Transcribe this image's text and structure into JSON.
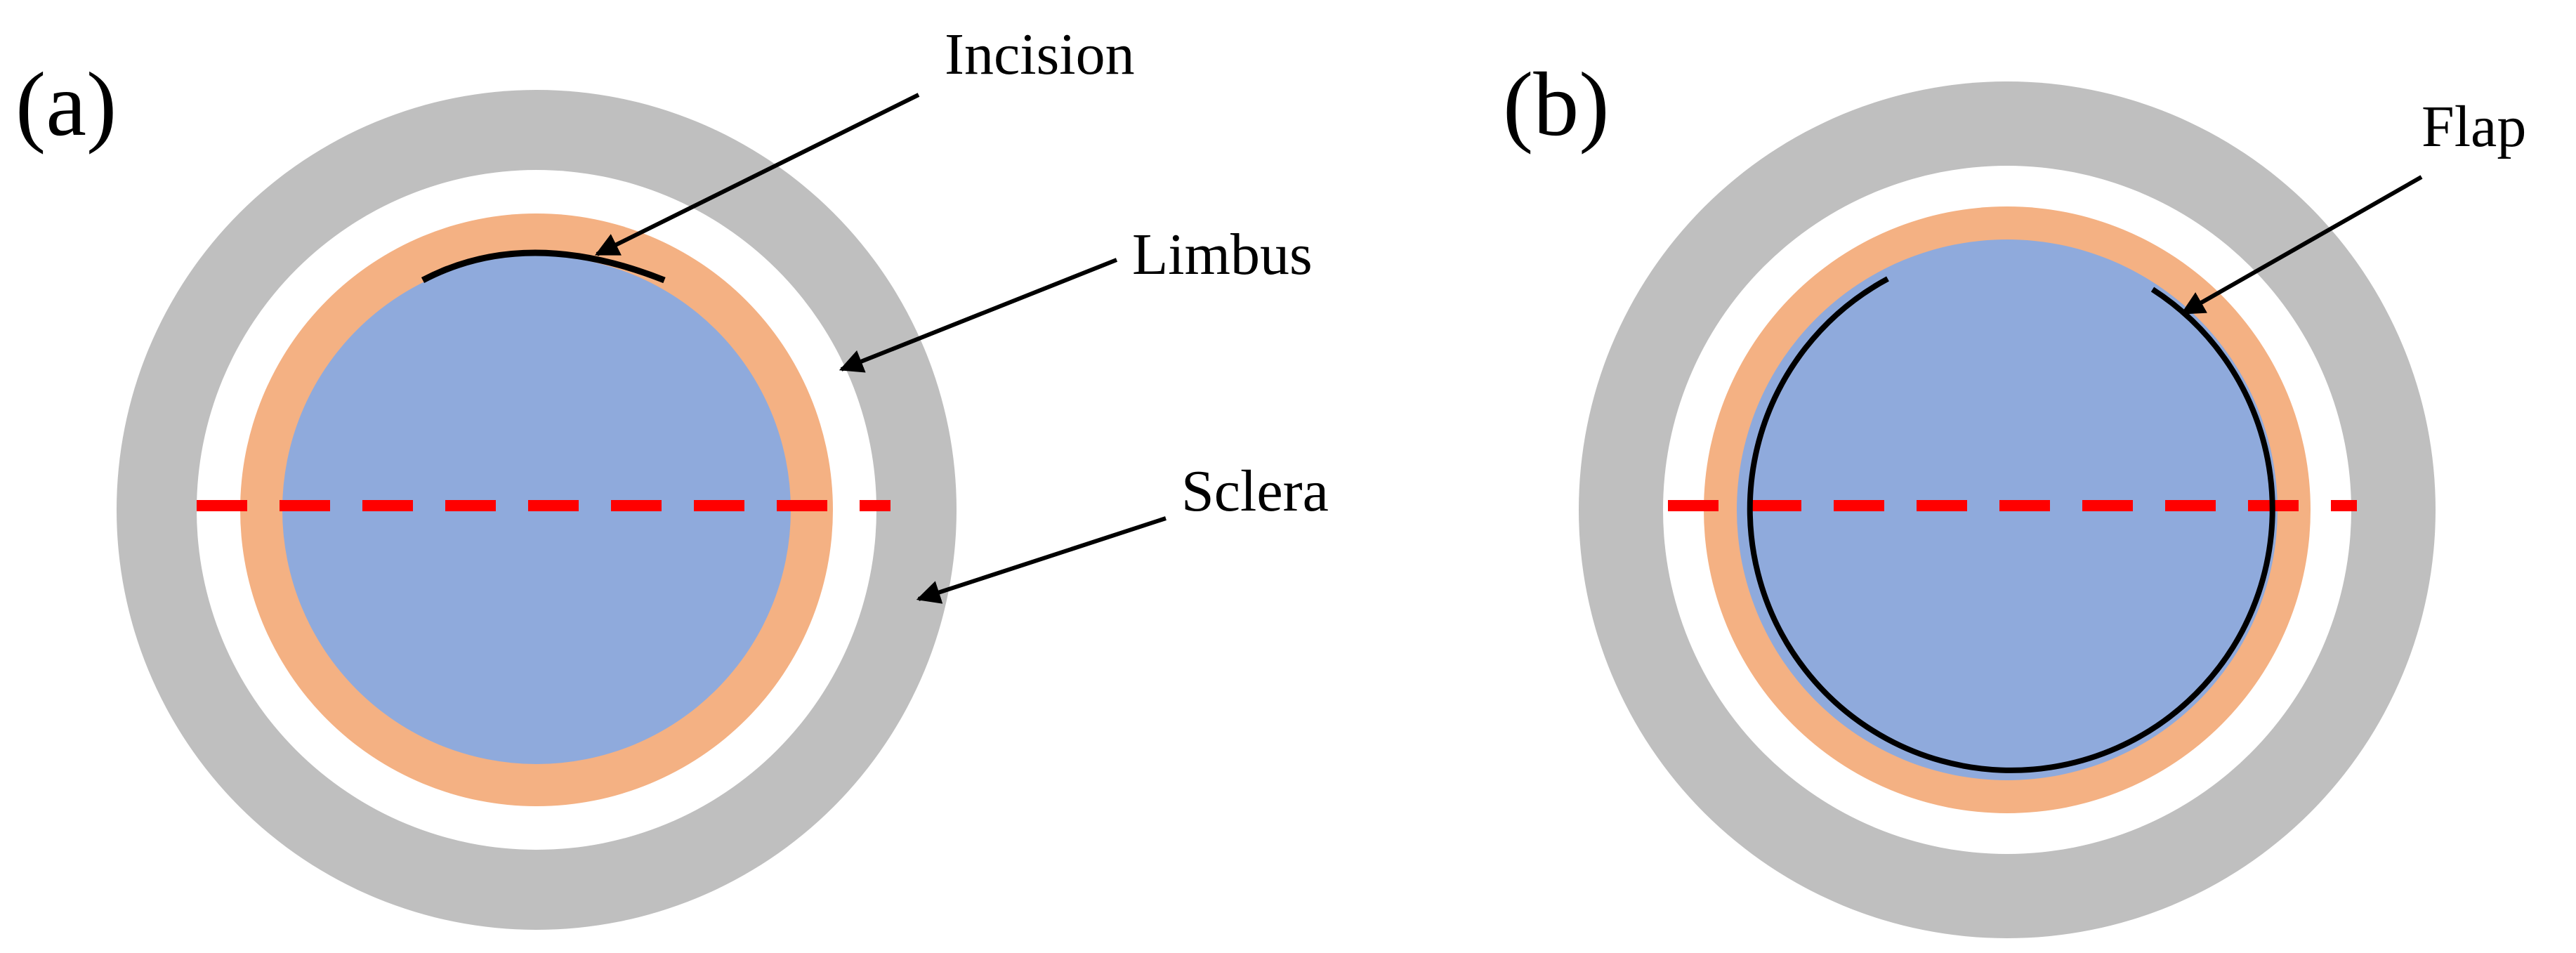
{
  "panels": [
    {
      "label": "(a)"
    },
    {
      "label": "(b)"
    }
  ],
  "annotations": {
    "incision": "Incision",
    "limbus": "Limbus",
    "sclera": "Sclera",
    "flap": "Flap"
  },
  "colors": {
    "sclera": "#BFBFBF",
    "gap": "#FFFFFF",
    "limbus": "#F4B183",
    "cornea": "#8FAADC",
    "cut_line": "#FF0000",
    "outline": "#000000"
  }
}
